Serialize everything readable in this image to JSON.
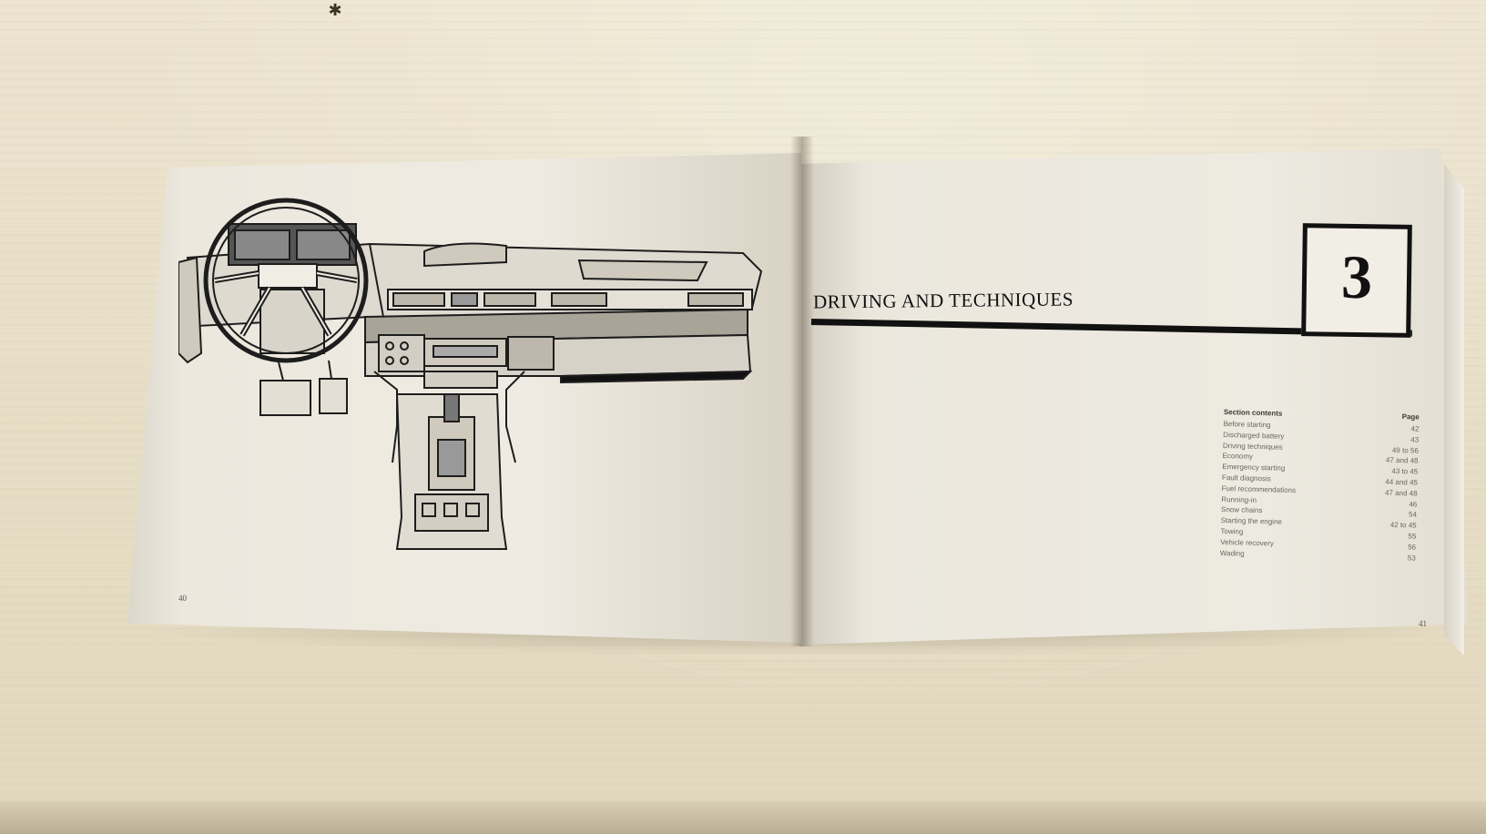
{
  "book": {
    "left_page": {
      "page_number": "40"
    },
    "right_page": {
      "page_number": "41",
      "section_title": "DRIVING AND TECHNIQUES",
      "chapter_number": "3",
      "contents": {
        "heading": "Section contents",
        "page_heading": "Page",
        "entries": [
          {
            "label": "Before starting",
            "page": "42"
          },
          {
            "label": "Discharged battery",
            "page": "43"
          },
          {
            "label": "Driving techniques",
            "page": "49 to 56"
          },
          {
            "label": "Economy",
            "page": "47 and 48"
          },
          {
            "label": "Emergency starting",
            "page": "43 to 45"
          },
          {
            "label": "Fault diagnosis",
            "page": "44 and 45"
          },
          {
            "label": "Fuel recommendations",
            "page": "47 and 48"
          },
          {
            "label": "Running-in",
            "page": "46"
          },
          {
            "label": "Snow chains",
            "page": "54"
          },
          {
            "label": "Starting the engine",
            "page": "42 to 45"
          },
          {
            "label": "Towing",
            "page": "55"
          },
          {
            "label": "Vehicle recovery",
            "page": "56"
          },
          {
            "label": "Wading",
            "page": "53"
          }
        ]
      }
    }
  }
}
